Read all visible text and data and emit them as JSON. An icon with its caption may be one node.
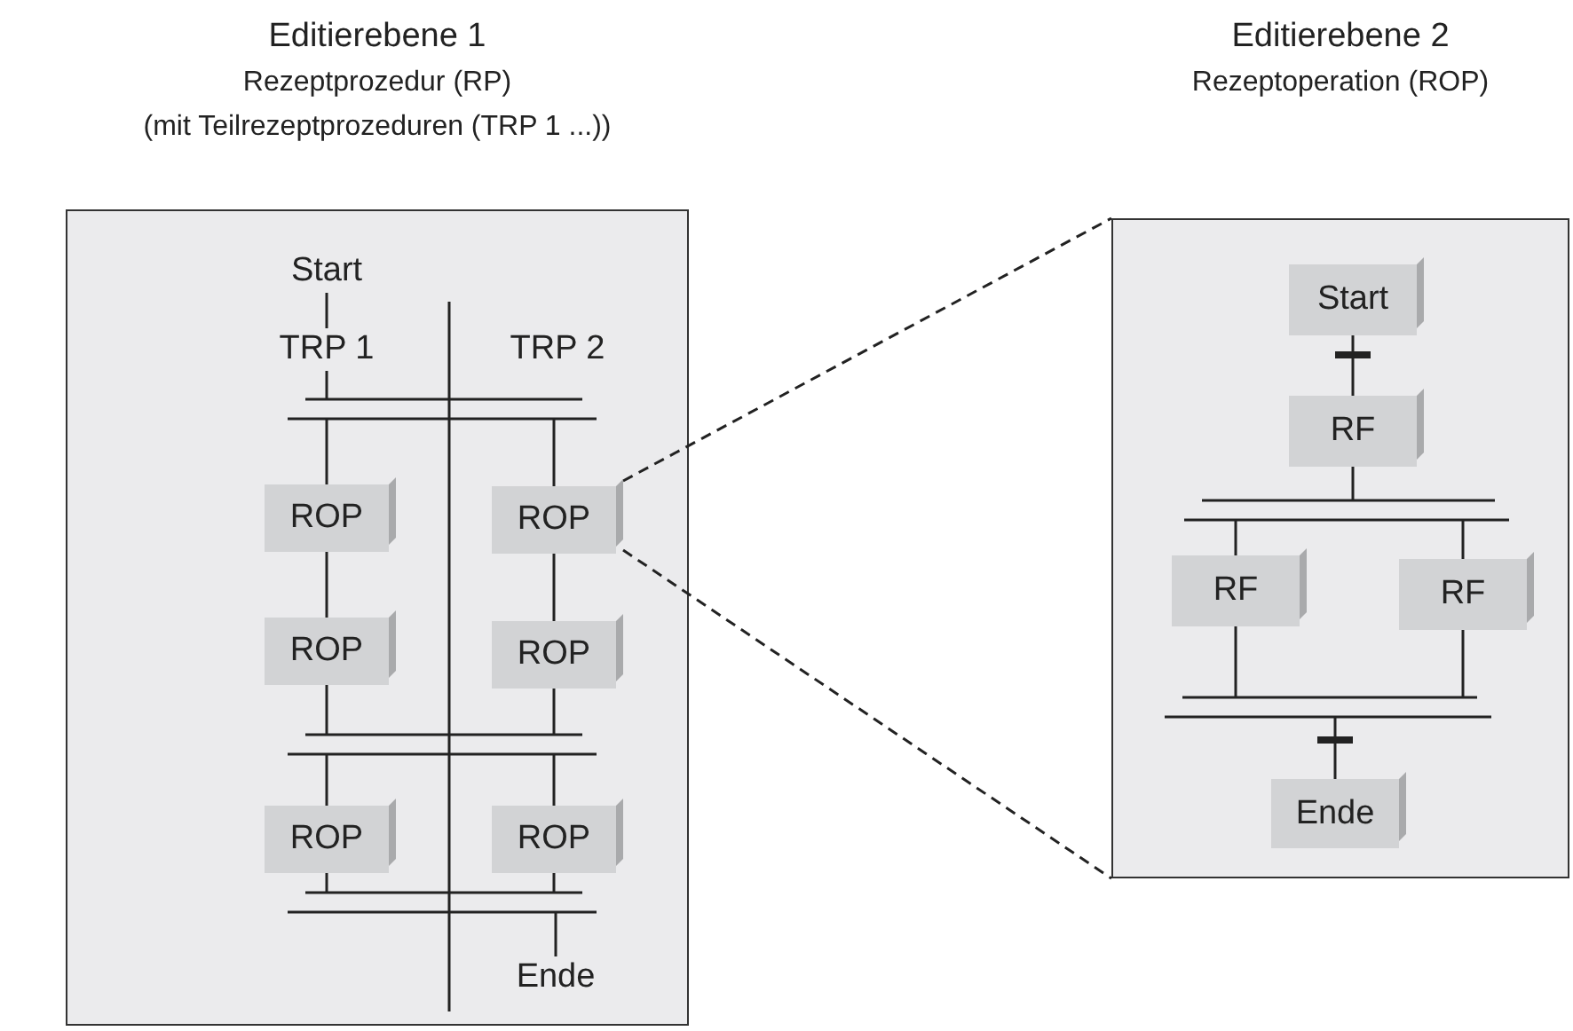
{
  "diagram": {
    "nodes": [
      {
        "text": [
          "Editierebene 1",
          "Rezeptprozedur (RP)",
          "(mit Teilrezeptprozeduren (TRP 1 ...))"
        ]
      },
      {
        "text": [
          "Start"
        ],
        "in": 0
      },
      {
        "text": [
          "TRP 1"
        ],
        "in": 0
      },
      {
        "text": [],
        "shape": "bar",
        "in": 0
      },
      {
        "text": [
          "ROP"
        ],
        "in": 0
      },
      {
        "text": [
          "ROP"
        ],
        "in": 0
      },
      {
        "text": [
          "ROP"
        ],
        "in": 0
      },
      {
        "text": [
          "ROP"
        ],
        "in": 0
      },
      {
        "text": [],
        "shape": "bar",
        "in": 0
      },
      {
        "text": [
          "ROP"
        ],
        "in": 0
      },
      {
        "text": [
          "ROP"
        ],
        "in": 0
      },
      {
        "text": [],
        "shape": "bar",
        "in": 0
      },
      {
        "text": [
          "Ende"
        ],
        "in": 0
      },
      {
        "text": [],
        "shape": "box"
      },
      {
        "text": [
          "Start"
        ],
        "in": 13
      },
      {
        "text": [
          "RF"
        ],
        "in": 13
      },
      {
        "text": [],
        "shape": "bar",
        "in": 13
      },
      {
        "text": [
          "RF"
        ],
        "in": 13
      },
      {
        "text": [
          "RF"
        ],
        "in": 13
      },
      {
        "text": [],
        "shape": "bar",
        "in": 13
      },
      {
        "text": [
          "Ende"
        ],
        "in": 13
      }
    ],
    "edges": [
      {
        "from": 1,
        "to": 2,
        "arrow": "none"
      },
      {
        "from": 2,
        "to": 3,
        "arrow": "none"
      },
      {
        "from": 3,
        "to": 4,
        "arrow": "none"
      },
      {
        "from": 3,
        "to": 5,
        "arrow": "none"
      },
      {
        "from": 4,
        "to": 6,
        "arrow": "none"
      },
      {
        "from": 5,
        "to": 7,
        "arrow": "none"
      },
      {
        "from": 6,
        "to": 8,
        "arrow": "none"
      },
      {
        "from": 7,
        "to": 8,
        "arrow": "none"
      },
      {
        "from": 8,
        "to": 9,
        "arrow": "none"
      },
      {
        "from": 8,
        "to": 10,
        "arrow": "none"
      },
      {
        "from": 9,
        "to": 11,
        "arrow": "none"
      },
      {
        "from": 10,
        "to": 11,
        "arrow": "none"
      },
      {
        "from": 11,
        "to": 12,
        "arrow": "none"
      },
      {
        "from": 5,
        "to": 13,
        "arrow": "none",
        "style": "dashed"
      },
      {
        "from": 5,
        "to": 13,
        "arrow": "none",
        "style": "dashed"
      },
      {
        "from": 14,
        "to": 15,
        "arrow": "none"
      },
      {
        "from": 15,
        "to": 16,
        "arrow": "none"
      },
      {
        "from": 16,
        "to": 17,
        "arrow": "none"
      },
      {
        "from": 16,
        "to": 18,
        "arrow": "none"
      },
      {
        "from": 17,
        "to": 19,
        "arrow": "none"
      },
      {
        "from": 18,
        "to": 19,
        "arrow": "none"
      },
      {
        "from": 19,
        "to": 20,
        "arrow": "none"
      }
    ],
    "labels": [
      "Editierebene 2",
      "Rezeptoperation (ROP)",
      "TRP 2"
    ]
  }
}
